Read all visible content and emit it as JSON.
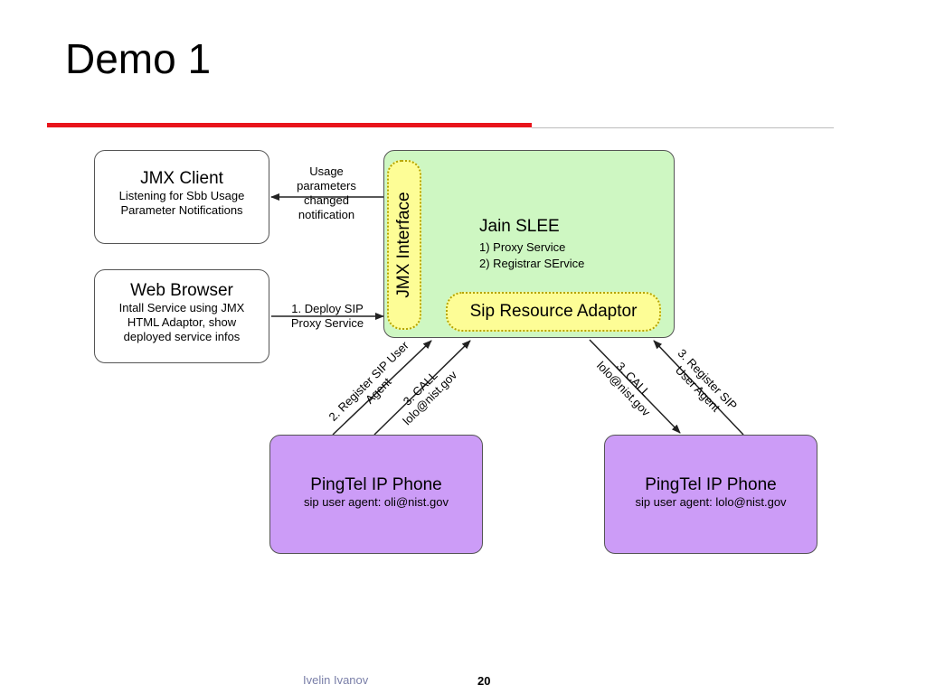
{
  "slide": {
    "title": "Demo 1",
    "footer_author": "Ivelin Ivanov",
    "page_number": "20"
  },
  "diagram": {
    "jmx_client": {
      "title": "JMX Client",
      "lines": [
        "Listening for Sbb Usage",
        "Parameter Notifications"
      ]
    },
    "web_browser": {
      "title": "Web Browser",
      "lines": [
        "Intall Service using JMX",
        "HTML Adaptor, show",
        "deployed service infos"
      ]
    },
    "jain_slee": {
      "title": "Jain SLEE",
      "lines": [
        "1) Proxy Service",
        "2) Registrar SErvice"
      ]
    },
    "jmx_interface": "JMX Interface",
    "sip_resource_adaptor": "Sip Resource Adaptor",
    "phone_left": {
      "title": "PingTel IP Phone",
      "subtitle": "sip user agent: oli@nist.gov"
    },
    "phone_right": {
      "title": "PingTel IP Phone",
      "subtitle": "sip user agent: lolo@nist.gov"
    },
    "edge_labels": {
      "usage": [
        "Usage",
        "parameters",
        "changed",
        "notification"
      ],
      "deploy": [
        "1. Deploy SIP",
        "Proxy Service"
      ],
      "left_register": [
        "2. Register SIP User",
        "Agent"
      ],
      "left_call": [
        "3. CALL",
        "lolo@nist.gov"
      ],
      "right_call": [
        "3. CALL",
        "lolo@nist.gov"
      ],
      "right_register": [
        "3. Register SIP",
        "User Agent"
      ]
    }
  }
}
